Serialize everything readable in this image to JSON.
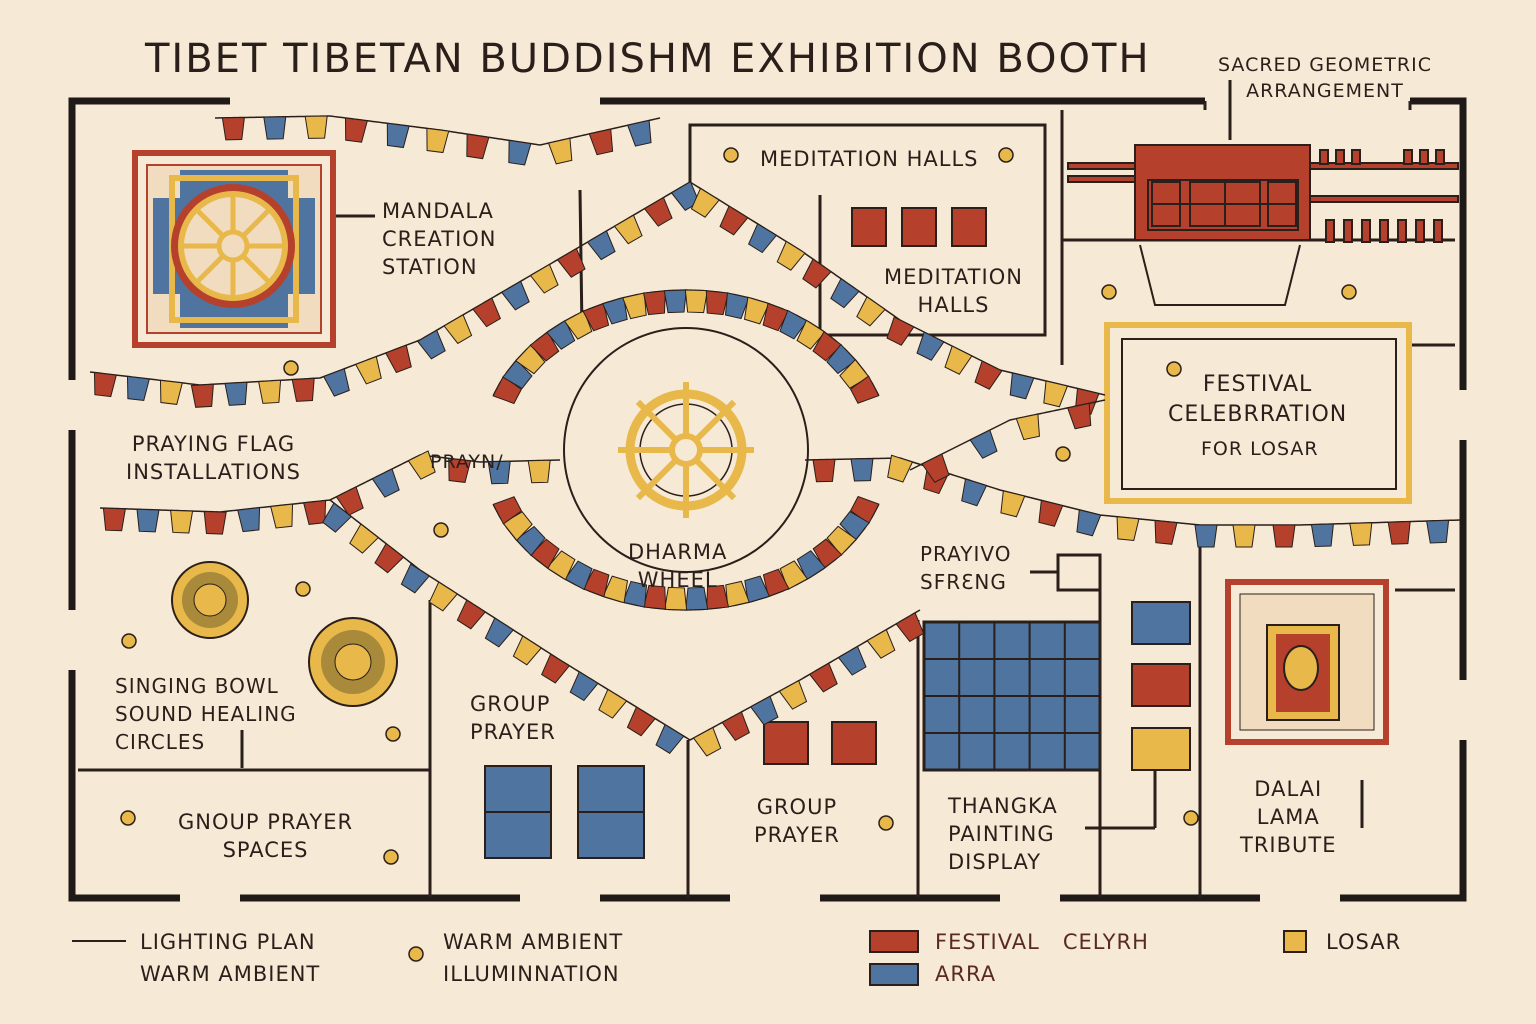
{
  "title": "TIBET TIBETAN BUDDISHM EXHIBITION BOOTH",
  "colors": {
    "background": "#f6ead6",
    "red": "#b5412c",
    "blue": "#4f74a0",
    "yellow": "#e8b84a",
    "wall": "#1f1a17"
  },
  "zones": {
    "sacred": "SACRED GEOMETRIC\nARRANGEMENT",
    "mandala": "MANDALA\nCREATION\nSTATION",
    "meditation_top": "MEDITATION HALLS",
    "meditation": "MEDITATION\nHALLS",
    "festival": "FESTIVAL\nCELEBRRATION",
    "festival_sub": "FOR LOSAR",
    "praying_flags": "PRAYING FLAG\nINSTALLATIONS",
    "prayn": "PRAYN/",
    "dharma": "DHARMA\nWHEEL",
    "prayivo": "PRAYIVO\nSFRƐNG",
    "singing": "SINGING BOWL\nSOUND HEALING\nCIRCLES",
    "group_prayer_1": "GROUP\nPRAYER",
    "group_prayer_2": "GROUP\nPRAYER",
    "group_prayer_spaces": "GNOUP PRAYER\nSPACES",
    "thangka": "THANGKA\nPAINTING\nDISPLAY",
    "dalai": "DALAI\nLAMA\nTRIBUTE"
  },
  "legend": {
    "lighting": "LIGHTING PLAN\nWARM AMBIENT",
    "warm": "WARM AMBIENT\nILLUMINNATION",
    "festival": "FESTIVAL   CELYRH",
    "arra": "ARRA",
    "losar": "LOSAR"
  }
}
